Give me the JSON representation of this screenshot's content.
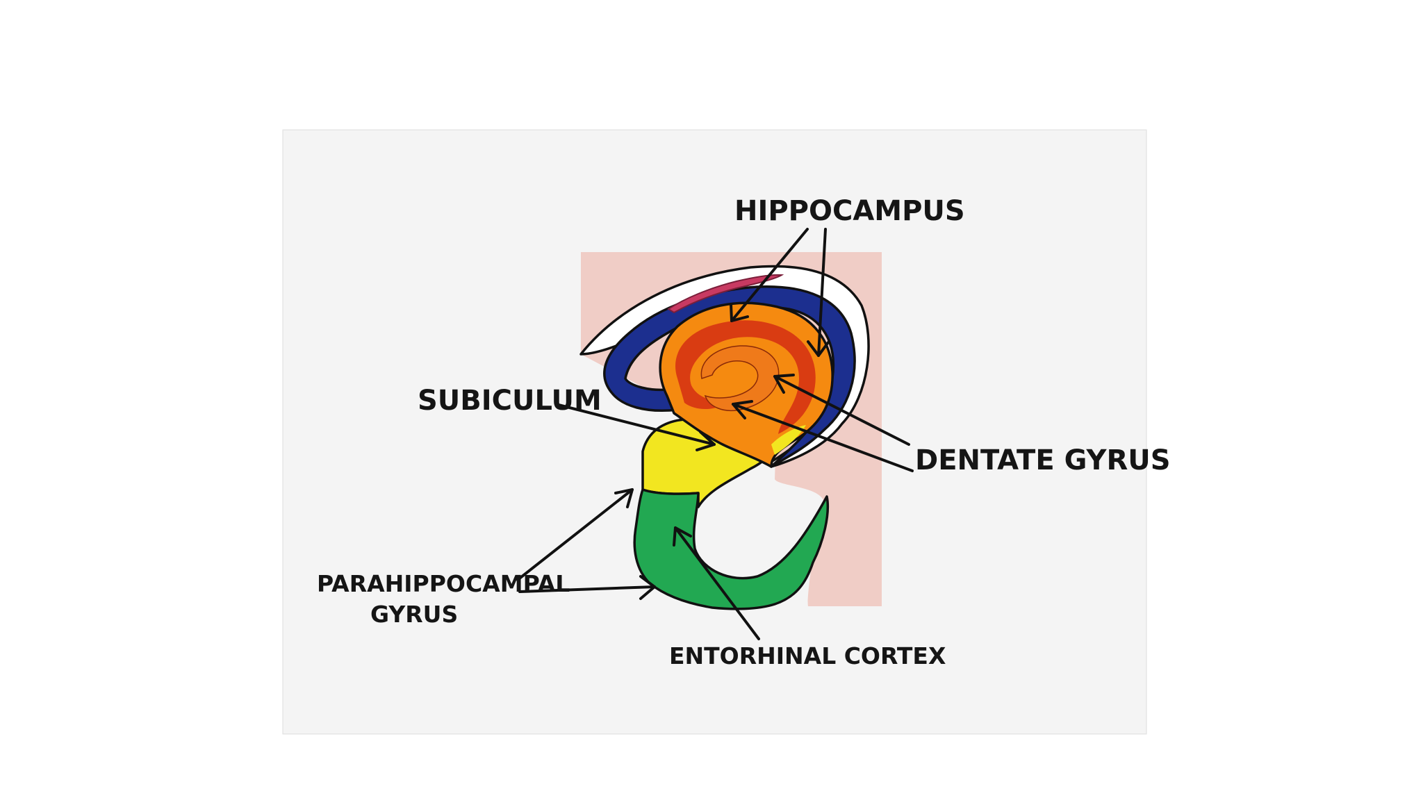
{
  "labels": {
    "hippocampus": "HIPPOCAMPUS",
    "subiculum": "SUBICULUM",
    "dentate_gyrus": "DENTATE GYRUS",
    "parahippocampal_line1": "PARAHIPPOCAMPAL",
    "parahippocampal_line2": "GYRUS",
    "entorhinal_cortex": "ENTORHINAL CORTEX"
  },
  "colors": {
    "page_background": "#ffffff",
    "card_background": "#f4f4f4",
    "temporal_lobe": "#f0cdc6",
    "ventricle": "#1c2f8f",
    "hippocampus_outer": "#f58a10",
    "hippocampus_inner": "#d93c12",
    "dentate_gyrus": "#ef7a1a",
    "subiculum": "#f2e620",
    "parahippocampal_gyrus": "#22a852",
    "choroid_plexus": "#c83a62"
  }
}
